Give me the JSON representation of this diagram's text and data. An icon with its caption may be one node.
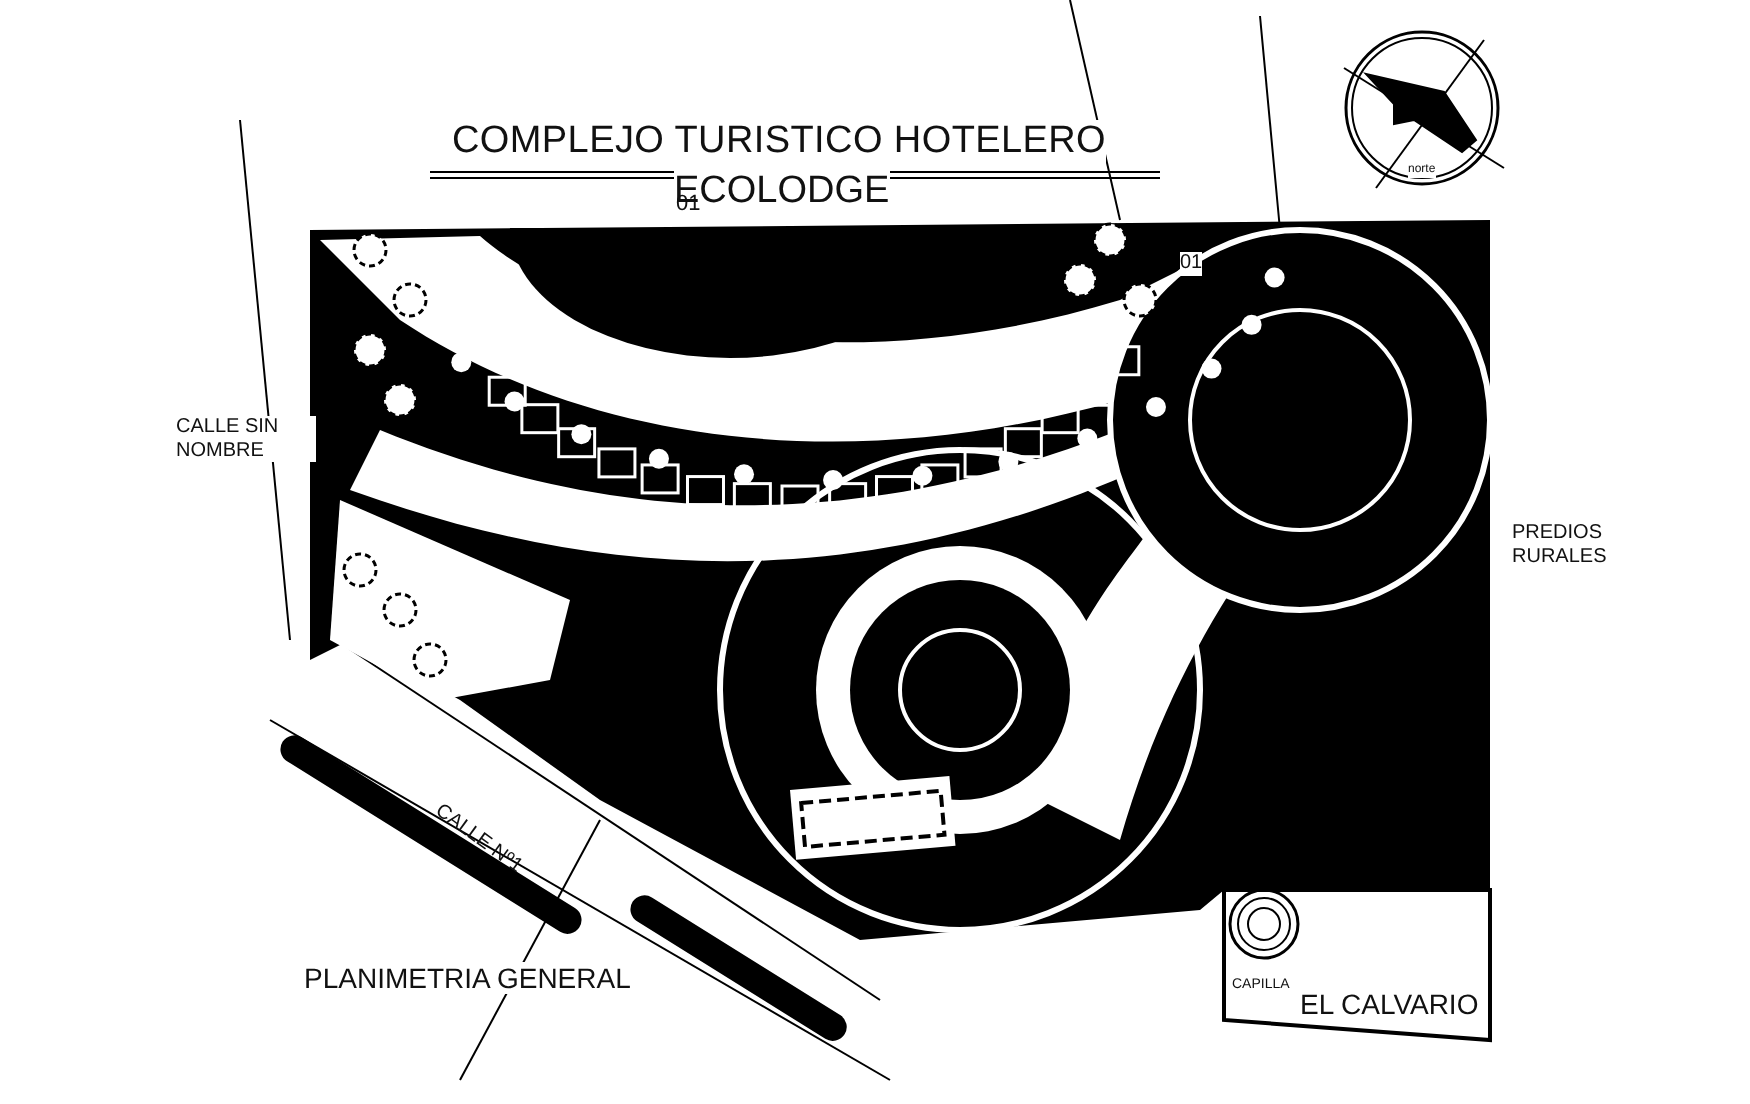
{
  "diagram": {
    "title": "COMPLEJO TURISTICO HOTELERO",
    "labels": [
      "ECOLODGE",
      "01",
      "01",
      "norte",
      "CALLE SIN NOMBRE",
      "PREDIOS RURALES",
      "CALLE Nº1",
      "PLANIMETRIA GENERAL",
      "CAPILLA",
      "EL CALVARIO"
    ]
  }
}
